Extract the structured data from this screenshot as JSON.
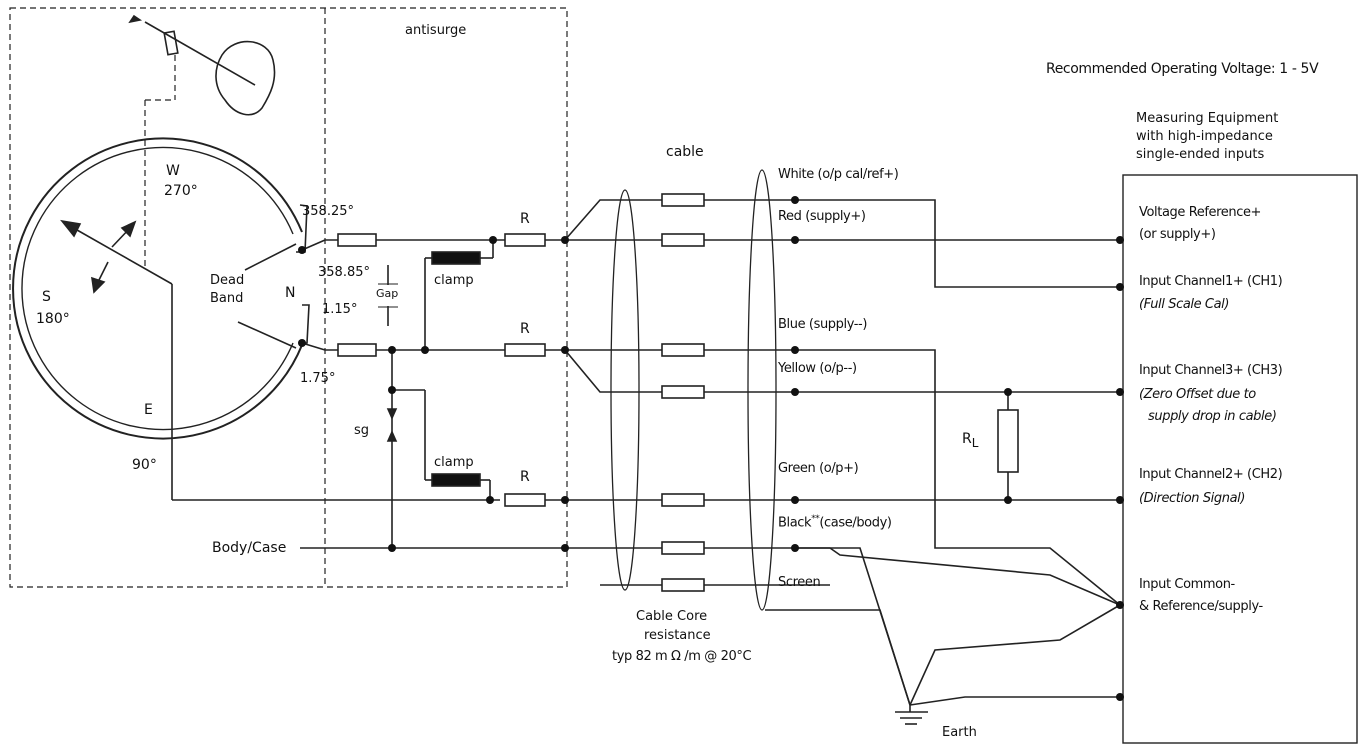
{
  "labels": {
    "antisurge": "antisurge",
    "recommended_voltage": "Recommended Operating Voltage: 1 - 5V",
    "equipment_line1": "Measuring Equipment",
    "equipment_line2": "with high-impedance",
    "equipment_line3": "single-ended inputs",
    "cable": "cable",
    "angle_w": "W",
    "angle_270": "270°",
    "angle_s": "S",
    "angle_180": "180°",
    "angle_e": "E",
    "angle_90": "90°",
    "angle_n": "N",
    "deg_358_25": "358.25°",
    "deg_358_85": "358.85°",
    "deg_1_15": "1.15°",
    "deg_1_75": "1.75°",
    "dead": "Dead",
    "band": "Band",
    "gap": "Gap",
    "clamp_top": "clamp",
    "clamp_bottom": "clamp",
    "r1": "R",
    "r2": "R",
    "r3": "R",
    "sg": "sg",
    "body_case": "Body/Case",
    "wire_white": "White (o/p cal/ref+)",
    "wire_red": "Red (supply+)",
    "wire_blue": "Blue (supply--)",
    "wire_yellow": "Yellow (o/p--)",
    "wire_green": "Green (o/p+)",
    "wire_black_main": "Black",
    "wire_black_sup": "**",
    "wire_black_rest": "(case/body)",
    "wire_screen": "Screen",
    "rl_main": "R",
    "rl_sub": "L",
    "core_line1": "Cable Core",
    "core_line2": "resistance",
    "core_line3": "typ 82 m Ω /m @ 20°C",
    "earth": "Earth",
    "in_vref": "Voltage Reference+",
    "in_vref_alt": "(or supply+)",
    "in_ch1": "Input Channel1+ (CH1)",
    "in_ch1_note": "(Full Scale Cal)",
    "in_ch3": "Input Channel3+ (CH3)",
    "in_ch3_note1": "(Zero Offset due to",
    "in_ch3_note2": "supply drop in cable)",
    "in_ch2": "Input Channel2+ (CH2)",
    "in_ch2_note": "(Direction Signal)",
    "in_common1": "Input Common-",
    "in_common2": "& Reference/supply-"
  }
}
